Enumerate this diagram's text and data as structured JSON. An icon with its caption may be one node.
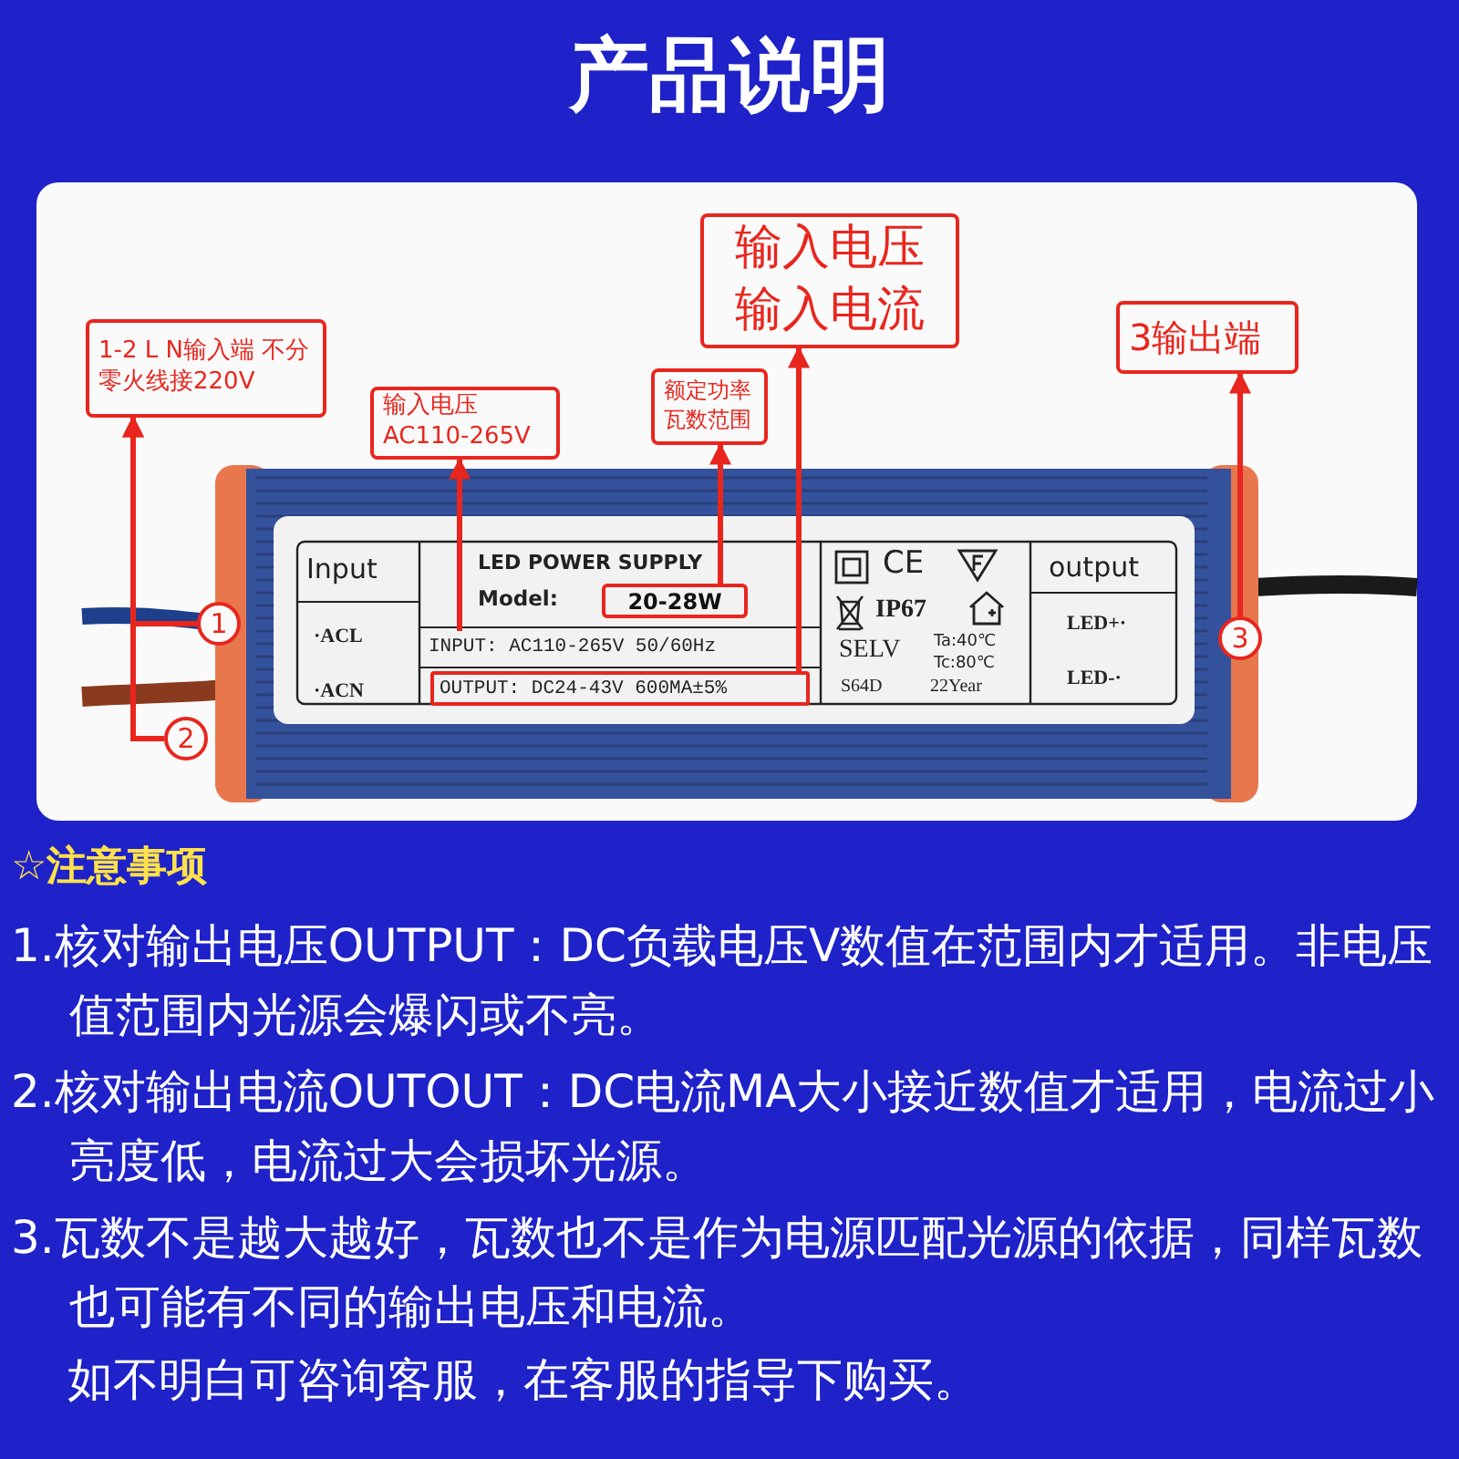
{
  "diagram": {
    "title": "产品说明",
    "nodes": [
      {
        "text": [
          "1-2 L N输入端 不分零火线接220V"
        ]
      },
      {
        "text": [
          "输入电压 AC110-265V"
        ]
      },
      {
        "text": [
          "额定功率瓦数范围"
        ]
      },
      {
        "text": [
          "输入电压输入电流"
        ]
      },
      {
        "text": [
          "3输出端"
        ]
      },
      {
        "text": [
          "1"
        ]
      },
      {
        "text": [
          "2"
        ]
      },
      {
        "text": [
          "3"
        ]
      },
      {
        "text": [
          "INPUT: AC110-265V 50/60Hz"
        ]
      },
      {
        "text": [
          "20-28W"
        ]
      },
      {
        "text": [
          "OUTPUT: DC24-43V 600MA±5%"
        ]
      }
    ],
    "edges": [
      {
        "from": 5,
        "to": 0,
        "arrow": "to"
      },
      {
        "from": 6,
        "to": 0,
        "arrow": "to"
      },
      {
        "from": 8,
        "to": 1,
        "arrow": "to"
      },
      {
        "from": 9,
        "to": 2,
        "arrow": "to"
      },
      {
        "from": 10,
        "to": 3,
        "arrow": "to"
      },
      {
        "from": 7,
        "to": 4,
        "arrow": "to"
      }
    ],
    "labels": [
      "Input",
      "·ACL",
      "·ACN",
      "LED POWER SUPPLY",
      "Model:",
      "CE",
      "IP67",
      "SELV",
      "Ta:40℃",
      "Tc:80℃",
      "S64D",
      "22Year",
      "output",
      "LED+·",
      "LED-·",
      "☆注意事项",
      "1.核对输出电压OUTPUT：DC负载电压V数值在范围内才适用。非电压值范围内光源会爆闪或不亮。",
      "2.核对输出电流OUTOUT：DC电流MA大小接近数值才适用，电流过小亮度低，电流过大会损坏光源。",
      "3.瓦数不是越大越好，瓦数也不是作为电源匹配光源的依据，同样瓦数也可能有不同的输出电压和电流。",
      "如不明白可咨询客服，在客服的指导下购买。"
    ]
  }
}
